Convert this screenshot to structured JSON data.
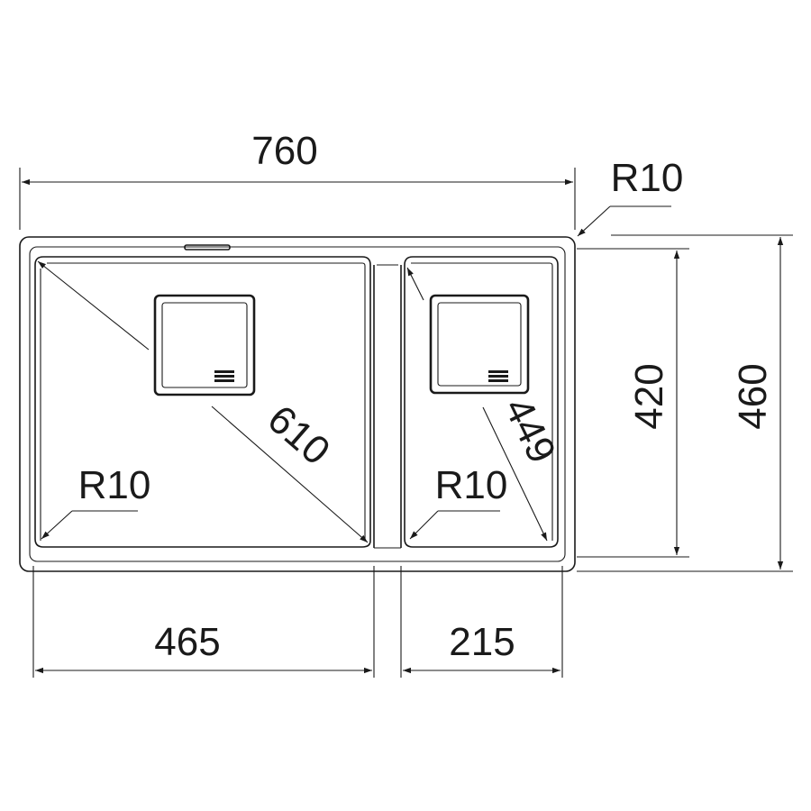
{
  "diagram": {
    "overall_width_label": "760",
    "outer_corner_radius_label": "R10",
    "bowl_depth_label": "420",
    "overall_depth_label": "460",
    "large_bowl_width_label": "465",
    "small_bowl_width_label": "215",
    "large_bowl_diagonal_label": "610",
    "small_bowl_diagonal_label": "449",
    "large_bowl_corner_radius_label": "R10",
    "small_bowl_corner_radius_label": "R10"
  },
  "colors": {
    "line": "#1a1a1a",
    "background": "#ffffff"
  }
}
